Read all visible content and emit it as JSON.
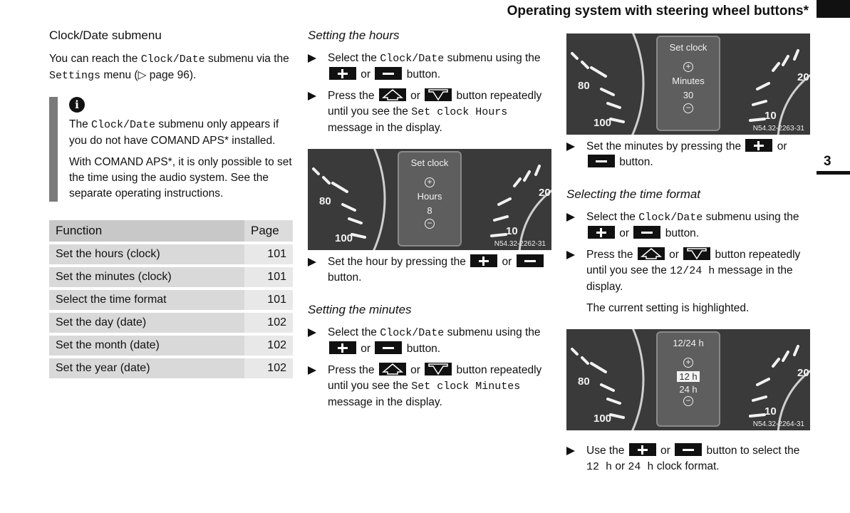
{
  "header": {
    "title": "Operating system with steering wheel buttons*",
    "chapter": "3"
  },
  "col1": {
    "heading": "Clock/Date submenu",
    "intro": {
      "t1": "You can reach the ",
      "m1": "Clock/Date",
      "t2": " submenu via the ",
      "m2": "Settings",
      "t3": " menu (▷ page 96)."
    },
    "note": {
      "icon": "info-icon",
      "p1a": "The ",
      "p1m": "Clock/Date",
      "p1b": " submenu only appears if you do not have COMAND APS* installed.",
      "p2": "With COMAND APS*, it is only possible to set the time using the audio system. See the separate operating instructions."
    },
    "table": {
      "headers": [
        "Function",
        "Page"
      ],
      "rows": [
        [
          "Set the hours (clock)",
          "101"
        ],
        [
          "Set the minutes (clock)",
          "101"
        ],
        [
          "Select the time format",
          "101"
        ],
        [
          "Set the day (date)",
          "102"
        ],
        [
          "Set the month (date)",
          "102"
        ],
        [
          "Set the year (date)",
          "102"
        ]
      ]
    }
  },
  "common": {
    "select": "Select the ",
    "clockdate": "Clock/Date",
    "submenu_using": " submenu using the ",
    "or": " or ",
    "button_period": " button.",
    "press_the": "Press the ",
    "repeat": " button repeatedly until you see the ",
    "msg_disp": " message in the display."
  },
  "hours": {
    "heading": "Setting the hours",
    "msg": "Set clock Hours",
    "figure": {
      "title": "Set clock",
      "plus": "+",
      "label": "Hours",
      "value": "8",
      "minus": "−",
      "ref": "N54.32-2262-31"
    },
    "final_a": "Set the hour by pressing the ",
    "final_b": " button."
  },
  "minutes": {
    "heading": "Setting the minutes",
    "msg": "Set clock Minutes",
    "figure": {
      "title": "Set clock",
      "plus": "+",
      "label": "Minutes",
      "value": "30",
      "minus": "−",
      "ref": "N54.32-2263-31"
    },
    "final_a": "Set the minutes by pressing the ",
    "final_b": " button."
  },
  "format": {
    "heading": "Selecting the time format",
    "msg": "12/24 h",
    "after_msg": " message in the display.",
    "highlight": "The current setting is highlighted.",
    "figure": {
      "title": "12/24 h",
      "plus": "+",
      "opt1": "12 h",
      "opt2": "24 h",
      "minus": "−",
      "ref": "N54.32-2264-31"
    },
    "final_a": "Use the ",
    "final_b": " button to select the ",
    "m12": "12 h",
    "final_c": " or ",
    "m24": "24 h",
    "final_d": " clock format."
  },
  "dial": {
    "left_80": "80",
    "left_100": "100",
    "right_20": "20",
    "right_10": "10"
  }
}
